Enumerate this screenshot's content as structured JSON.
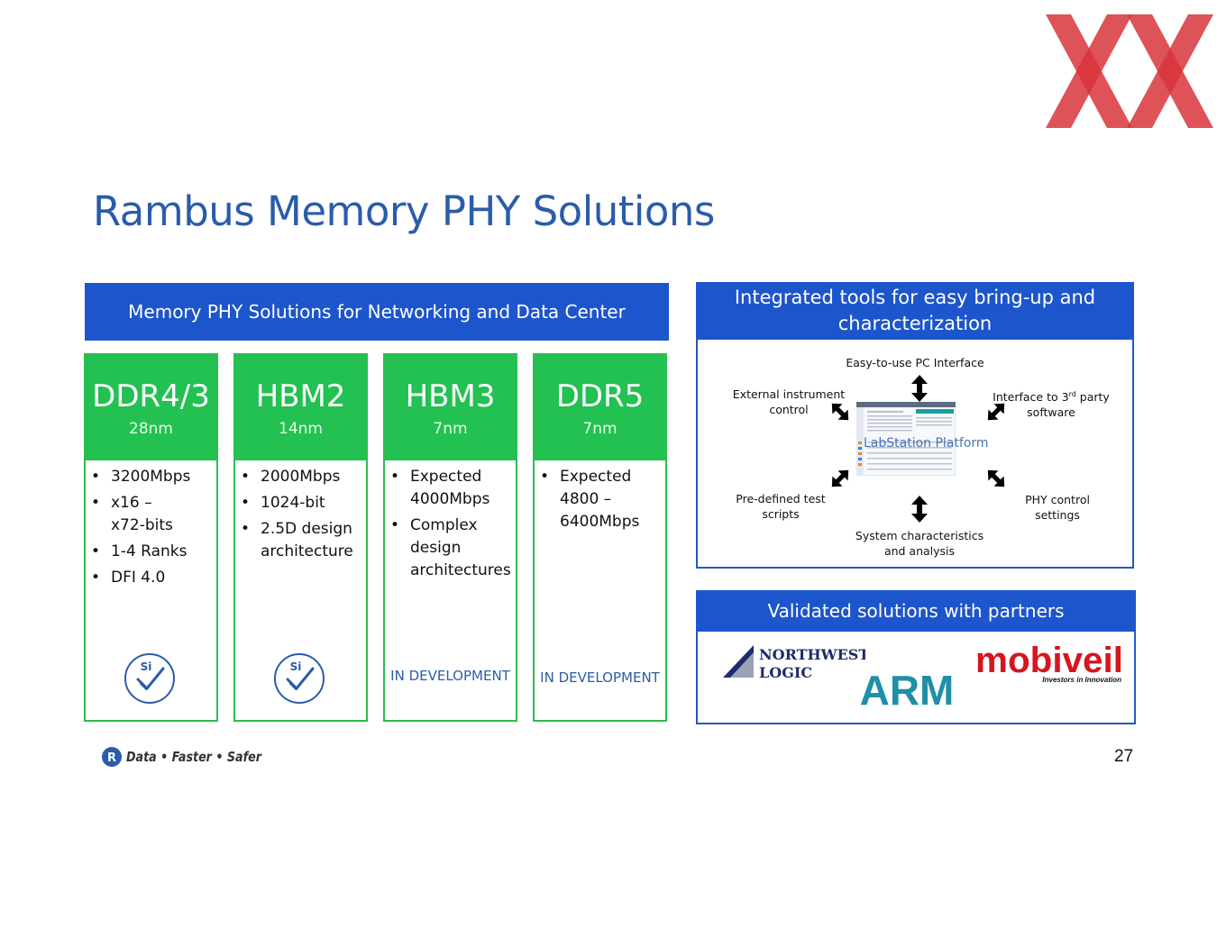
{
  "slide": {
    "title": "Rambus Memory PHY Solutions",
    "page_number": "27"
  },
  "phy_panel": {
    "header": "Memory PHY Solutions for Networking and Data Center",
    "columns": [
      {
        "name": "DDR4/3",
        "node": "28nm",
        "bullets": [
          "3200Mbps",
          "x16 – x72-bits",
          "1-4 Ranks",
          "DFI 4.0"
        ],
        "status": "si-verified"
      },
      {
        "name": "HBM2",
        "node": "14nm",
        "bullets": [
          "2000Mbps",
          "1024-bit",
          "2.5D design architecture"
        ],
        "status": "si-verified"
      },
      {
        "name": "HBM3",
        "node": "7nm",
        "bullets": [
          "Expected 4000Mbps",
          "Complex design architectures"
        ],
        "status_text": "IN DEVELOPMENT"
      },
      {
        "name": "DDR5",
        "node": "7nm",
        "bullets": [
          "Expected 4800 – 6400Mbps"
        ],
        "status_text": "IN DEVELOPMENT"
      }
    ],
    "badge_text": "Si",
    "bullet_char": "•"
  },
  "tools_panel": {
    "header": "Integrated tools for easy bring-up and characterization",
    "center_label": "LabStation Platform",
    "features": {
      "top": "Easy-to-use PC Interface",
      "top_left": "External instrument control",
      "top_right_prefix": "Interface to 3",
      "top_right_sup": "rd",
      "top_right_suffix": " party software",
      "bottom_left": "Pre-defined test scripts",
      "bottom_right": "PHY control settings",
      "bottom": "System characteristics and analysis"
    }
  },
  "partners_panel": {
    "header": "Validated solutions with partners",
    "partners": {
      "northwest_line1": "NORTHWEST",
      "northwest_line2": "LOGIC",
      "arm": "ARM",
      "mobiveil": "mobiveil",
      "mobiveil_tagline": "Investors in Innovation"
    }
  },
  "footer": {
    "tagline": "Data • Faster • Safer",
    "logo_letter": "R"
  },
  "colors": {
    "title_blue": "#2a5caa",
    "header_blue": "#1d55cc",
    "green": "#22c151",
    "watermark_red": "#d8353a"
  },
  "icons": [
    "xx-watermark-logo",
    "si-check-badge-icon",
    "double-arrow-icon",
    "rambus-r-icon"
  ]
}
